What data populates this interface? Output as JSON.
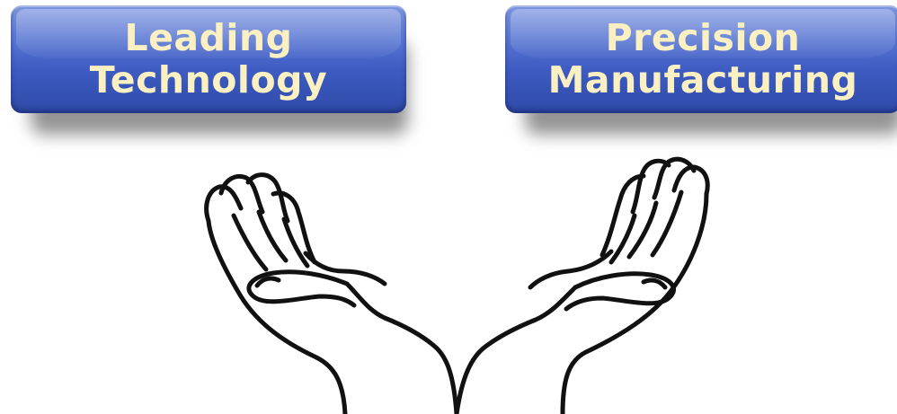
{
  "badges": {
    "left": {
      "line1": "Leading",
      "line2": "Technology"
    },
    "right": {
      "line1": "Precision",
      "line2": "Manufacturing"
    }
  },
  "colors": {
    "badge_top": "#7f98e0",
    "badge_bottom": "#2f4aa8",
    "badge_text": "#fbf0c2",
    "outline": "#111111"
  },
  "icons": [
    "open-hands-icon"
  ]
}
